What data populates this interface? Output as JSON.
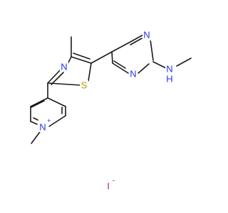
{
  "colors": {
    "bond": "#1a1a1a",
    "nitrogen": "#2233ee",
    "sulfur": "#b3a100",
    "iodine": "#9a1aa0",
    "carbon": "#1a1a1a"
  },
  "atoms": {
    "n_pyrimidine_1": "N",
    "n_pyrimidine_2": "N",
    "n_amine": "N",
    "h_amine": "H",
    "n_thiazole": "N",
    "s_thiazole": "S",
    "n_pyridinium": "N",
    "pyridinium_charge": "+",
    "iodide": "I",
    "iodide_charge": "-"
  }
}
